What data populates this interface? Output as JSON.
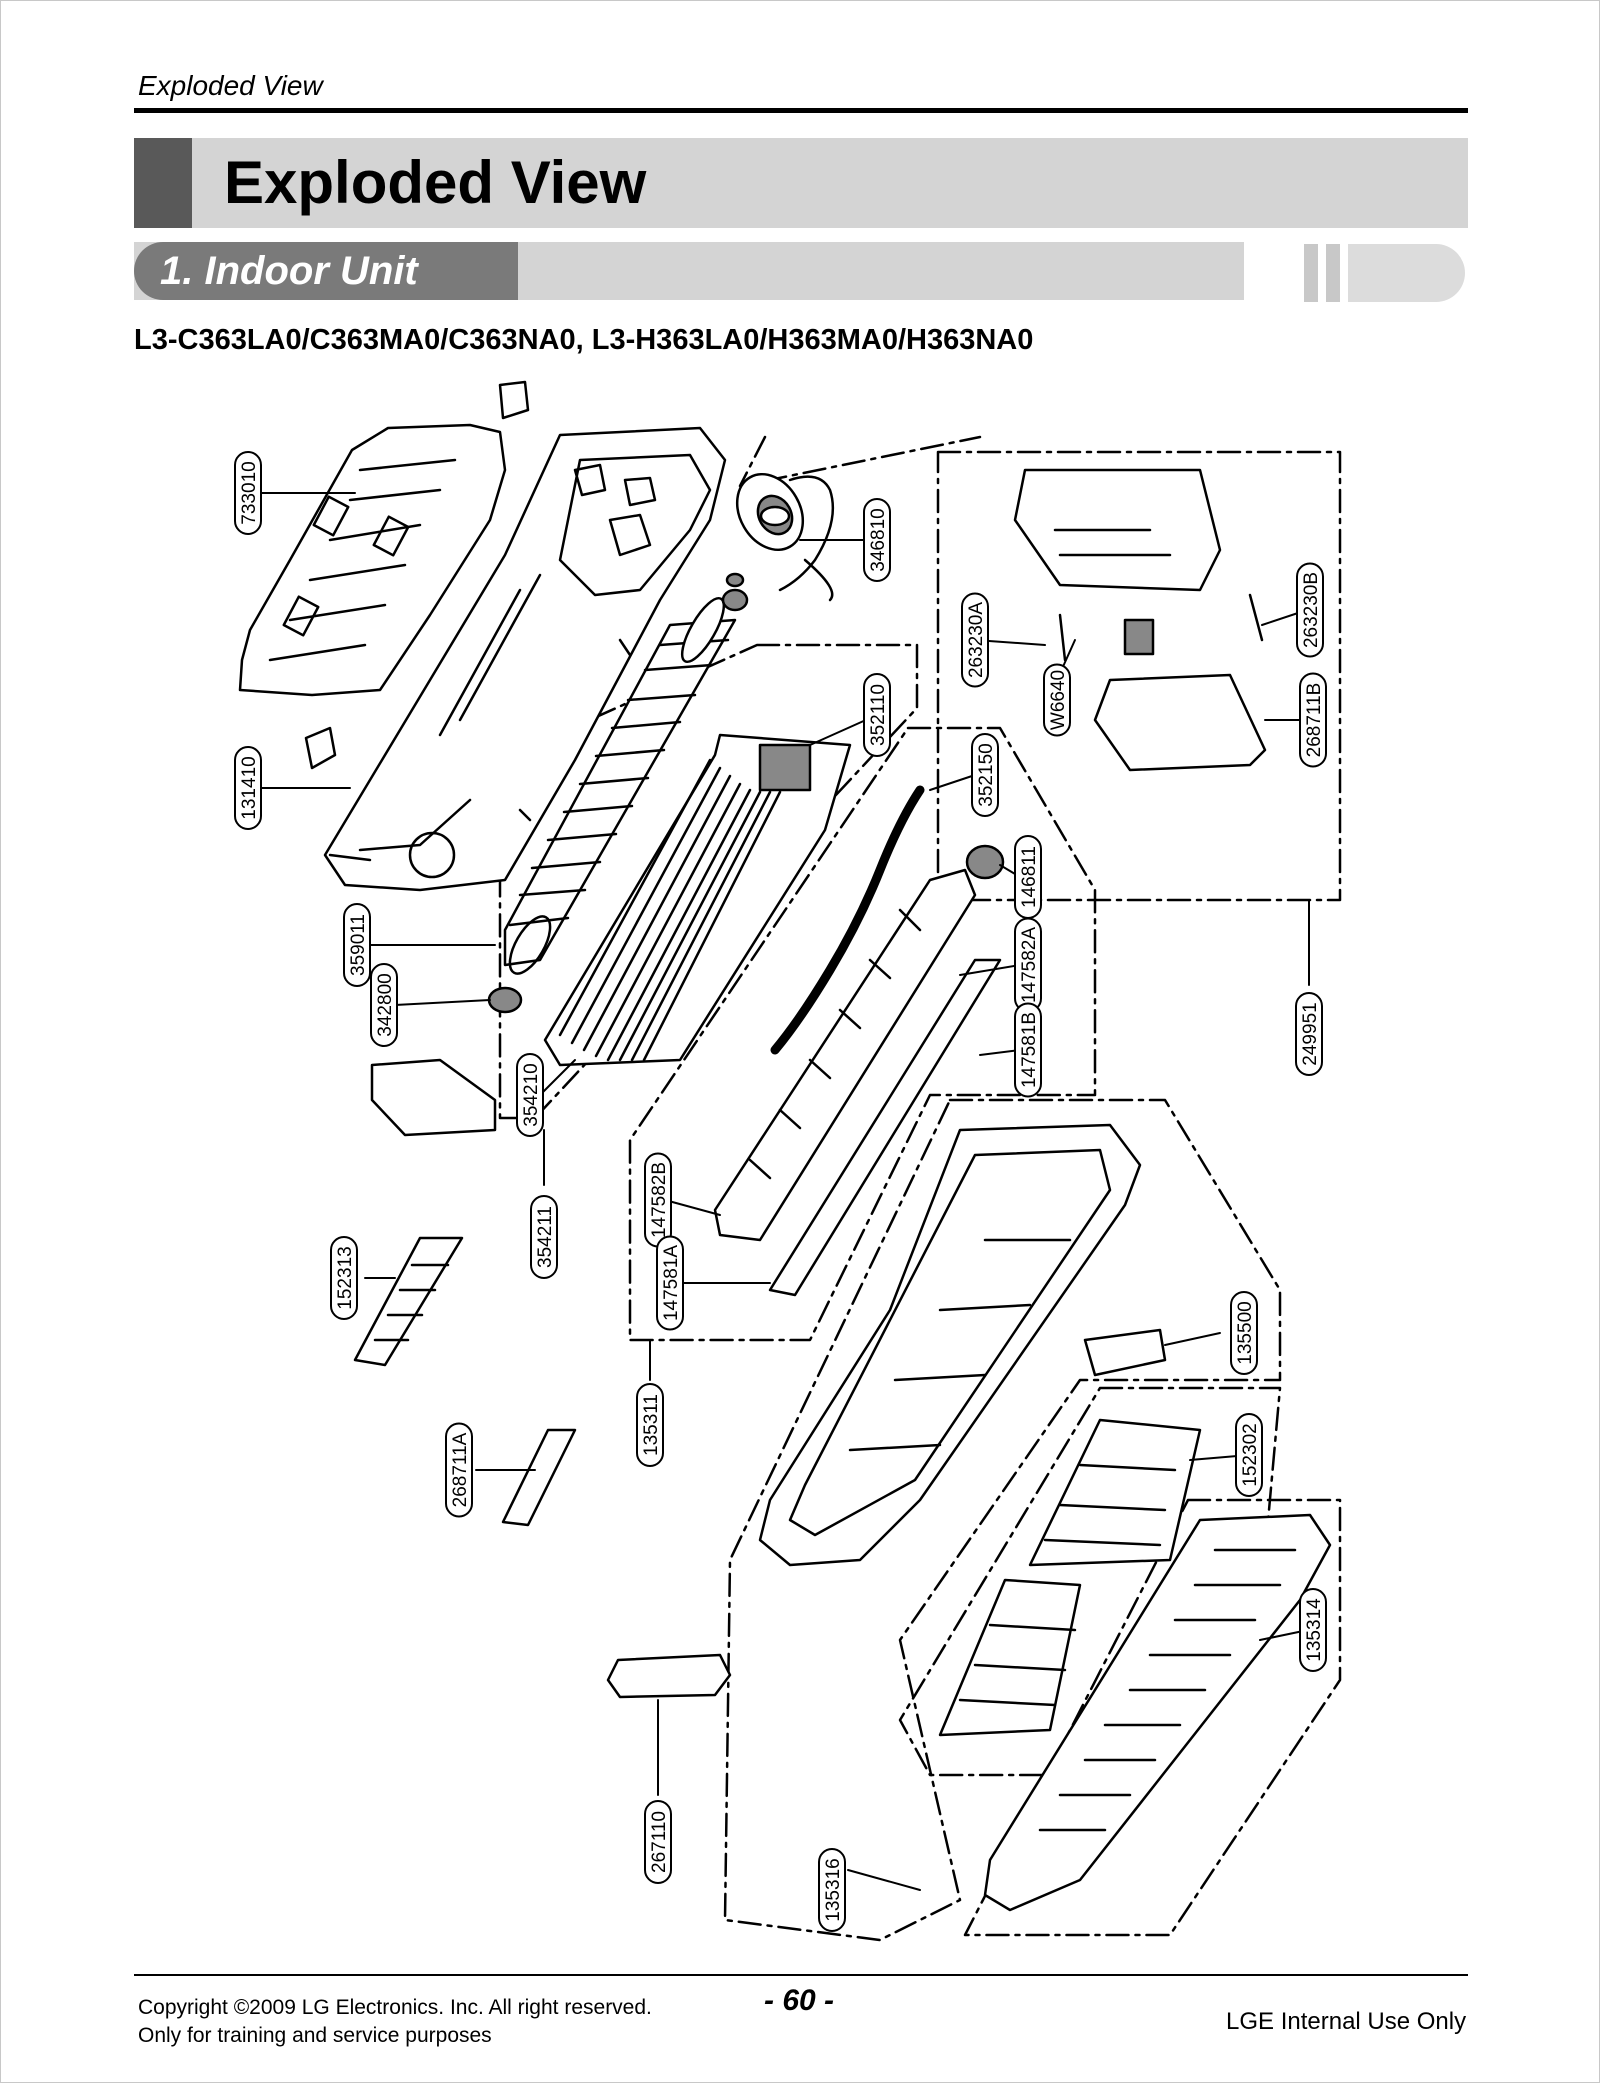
{
  "header": {
    "running_title": "Exploded View",
    "title": "Exploded View",
    "section": "1. Indoor Unit",
    "models": "L3-C363LA0/C363MA0/C363NA0, L3-H363LA0/H363MA0/H363NA0"
  },
  "part_labels": [
    "733010",
    "131410",
    "359011",
    "342800",
    "354210",
    "354211",
    "152313",
    "268711A",
    "135311",
    "346810",
    "352110",
    "352150",
    "146811",
    "147582A",
    "147581B",
    "147582B",
    "147581A",
    "263230A",
    "W6640",
    "263230B",
    "268711B",
    "249951",
    "135500",
    "152302",
    "135314",
    "267110",
    "135316"
  ],
  "footer": {
    "copyright_line1": "Copyright ©2009 LG Electronics. Inc. All right reserved.",
    "copyright_line2": "Only for training and service purposes",
    "page": "- 60 -",
    "internal": "LGE Internal Use Only"
  }
}
